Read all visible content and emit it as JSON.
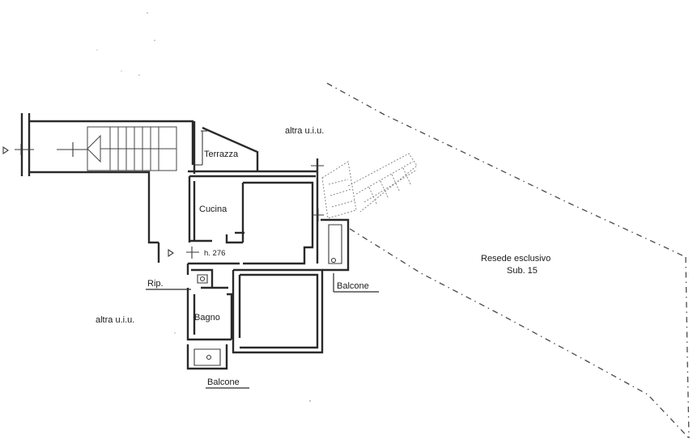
{
  "labels": {
    "terrace": "Terrazza",
    "other_unit_top": "altra u.i.u.",
    "kitchen": "Cucina",
    "height": "h. 276",
    "storage": "Rip.",
    "other_unit_left": "altra u.i.u.",
    "bathroom": "Bagno",
    "balcony_right": "Balcone",
    "balcony_bottom": "Balcone",
    "yard_line1": "Resede esclusivo",
    "yard_line2": "Sub. 15"
  },
  "colors": {
    "line": "#2a2a2a",
    "background": "#ffffff"
  }
}
